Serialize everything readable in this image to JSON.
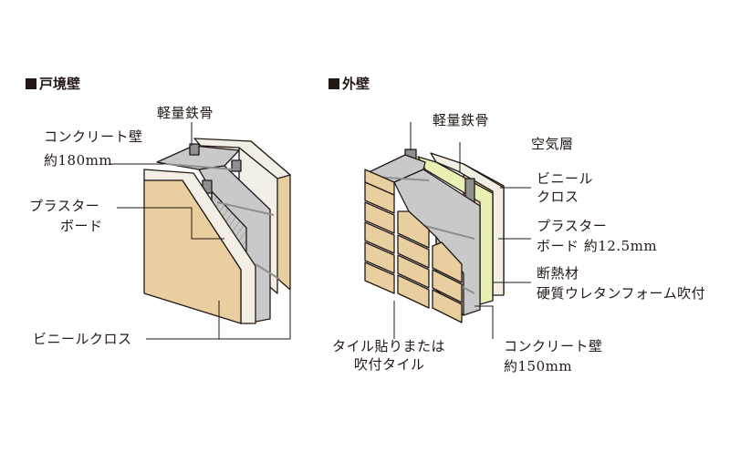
{
  "sections": {
    "party_wall": "戸境壁",
    "exterior_wall": "外壁"
  },
  "party_wall_labels": {
    "steel_frame": "軽量鉄骨",
    "concrete_wall_1": "コンクリート壁",
    "concrete_wall_2": "約180mm",
    "plaster_board_1": "プラスター",
    "plaster_board_2": "ボード",
    "vinyl_cloth": "ビニールクロス"
  },
  "exterior_wall_labels": {
    "steel_frame": "軽量鉄骨",
    "air_layer": "空気層",
    "vinyl_cloth_1": "ビニール",
    "vinyl_cloth_2": "クロス",
    "plaster_board_1": "プラスター",
    "plaster_board_2": "ボード 約12.5mm",
    "insulation_1": "断熱材",
    "insulation_2": "硬質ウレタンフォーム吹付",
    "tile_1": "タイル貼りまたは",
    "tile_2": "吹付タイル",
    "concrete_wall_1": "コンクリート壁",
    "concrete_wall_2": "約150mm"
  },
  "colors": {
    "wood": "#e9cfa0",
    "board": "#f3efe6",
    "concrete": "#c9c9ca",
    "concrete_dark": "#8f8f90",
    "insulation": "#e8f0b4",
    "outline": "#231815"
  }
}
